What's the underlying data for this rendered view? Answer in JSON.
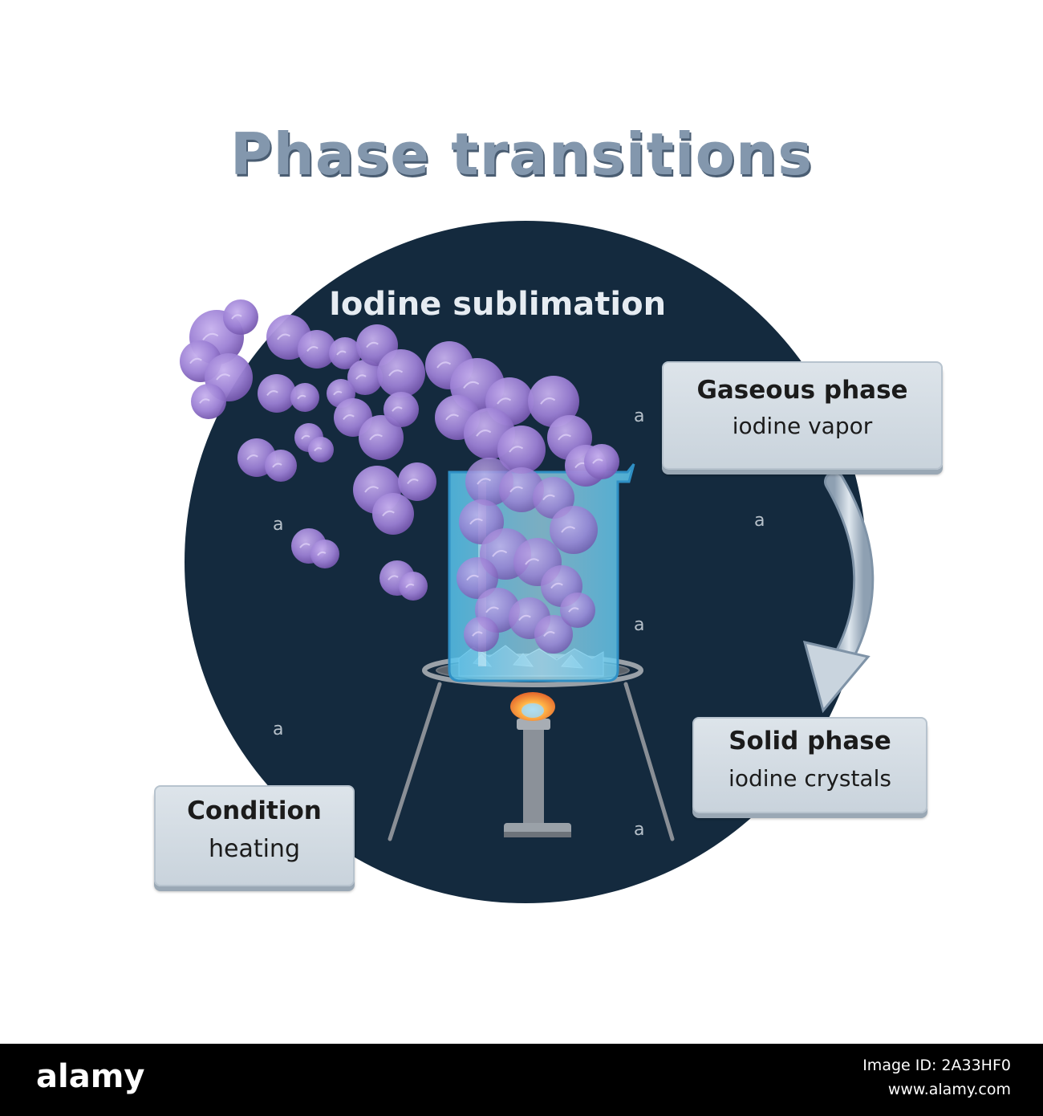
{
  "title": "Phase transitions",
  "subtitle": "Iodine sublimation",
  "labels": {
    "gas": {
      "heading": "Gaseous phase",
      "text": "iodine vapor"
    },
    "solid": {
      "heading": "Solid phase",
      "text": "iodine crystals"
    },
    "condition": {
      "heading": "Condition",
      "text": "heating"
    }
  },
  "colors": {
    "background_circle": "#142a3e",
    "title": "#8397ad",
    "vapor": "#9b7fd4",
    "vapor_dark": "#6f51a8",
    "beaker": "#7fd6f2",
    "arrow": "#b9c6d3"
  },
  "icons": [
    "beaker-icon",
    "tripod-icon",
    "burner-icon",
    "flame-icon",
    "vapor-cloud-icon",
    "crystals-icon",
    "curved-arrow-icon"
  ],
  "watermark": {
    "logo": "alamy",
    "image_id": "Image ID: 2A33HF0",
    "url": "www.alamy.com"
  }
}
